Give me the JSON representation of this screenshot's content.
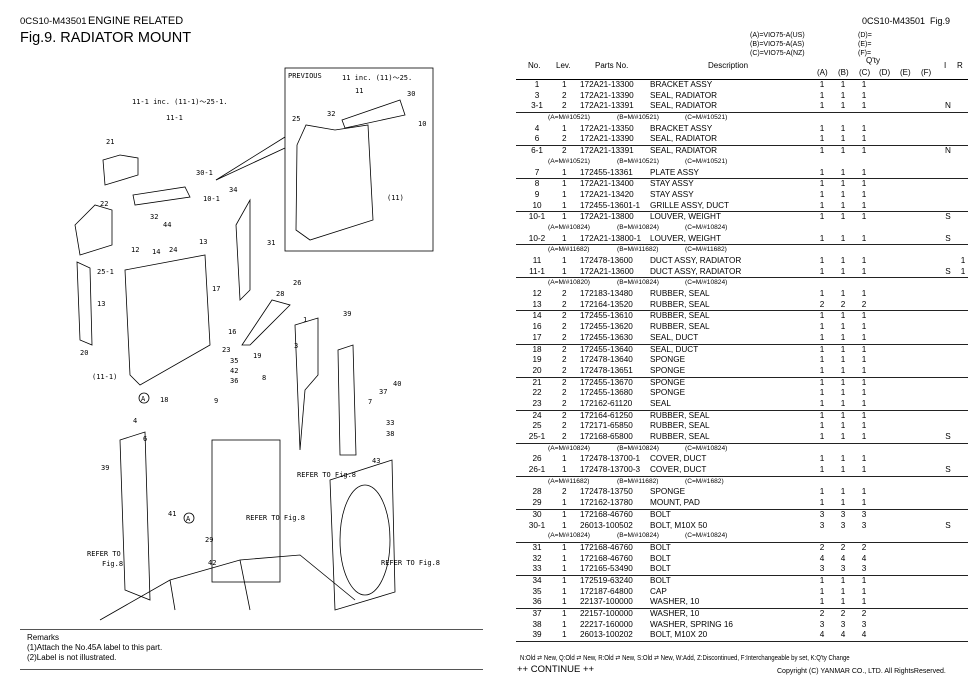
{
  "header": {
    "doc_code": "0CS10-M43501",
    "section": "ENGINE RELATED",
    "figure_title": "Fig.9.  RADIATOR MOUNT",
    "right_code": "0CS10-M43501",
    "right_fig": "Fig.9"
  },
  "models": {
    "A": "(A)=VIO75-A(US)",
    "B": "(B)=VIO75-A(AS)",
    "C": "(C)=VIO75-A(NZ)",
    "D": "(D)=",
    "E": "(E)=",
    "F": "(F)="
  },
  "table_header": {
    "no": "No.",
    "lev": "Lev.",
    "parts_no": "Parts No.",
    "description": "Description",
    "qty": "Q'ty",
    "qa": "(A)",
    "qb": "(B)",
    "qc": "(C)",
    "qd": "(D)",
    "qe": "(E)",
    "qf": "(F)",
    "i": "I",
    "r": "R"
  },
  "groups": [
    [
      {
        "no": "1",
        "lev": "1",
        "part": "172A21-13300",
        "desc": "BRACKET ASSY",
        "a": "1",
        "b": "1",
        "c": "1",
        "i": "",
        "r": ""
      },
      {
        "no": "3",
        "lev": "2",
        "part": "172A21-13390",
        "desc": "SEAL, RADIATOR",
        "a": "1",
        "b": "1",
        "c": "1",
        "i": "",
        "r": ""
      },
      {
        "no": "3-1",
        "lev": "2",
        "part": "172A21-13391",
        "desc": "SEAL, RADIATOR",
        "a": "1",
        "b": "1",
        "c": "1",
        "i": "N",
        "r": ""
      }
    ],
    [
      {
        "note": [
          "(A=M/#10521)",
          "(B=M/#10521)",
          "(C=M/#10521)"
        ]
      },
      {
        "no": "4",
        "lev": "1",
        "part": "172A21-13350",
        "desc": "BRACKET ASSY",
        "a": "1",
        "b": "1",
        "c": "1",
        "i": "",
        "r": ""
      },
      {
        "no": "6",
        "lev": "2",
        "part": "172A21-13390",
        "desc": "SEAL, RADIATOR",
        "a": "1",
        "b": "1",
        "c": "1",
        "i": "",
        "r": ""
      }
    ],
    [
      {
        "no": "6-1",
        "lev": "2",
        "part": "172A21-13391",
        "desc": "SEAL, RADIATOR",
        "a": "1",
        "b": "1",
        "c": "1",
        "i": "N",
        "r": ""
      },
      {
        "note": [
          "(A=M/#10521)",
          "(B=M/#10521)",
          "(C=M/#10521)"
        ]
      },
      {
        "no": "7",
        "lev": "1",
        "part": "172455-13361",
        "desc": "PLATE ASSY",
        "a": "1",
        "b": "1",
        "c": "1",
        "i": "",
        "r": ""
      }
    ],
    [
      {
        "no": "8",
        "lev": "1",
        "part": "172A21-13400",
        "desc": "STAY ASSY",
        "a": "1",
        "b": "1",
        "c": "1",
        "i": "",
        "r": ""
      },
      {
        "no": "9",
        "lev": "1",
        "part": "172A21-13420",
        "desc": "STAY ASSY",
        "a": "1",
        "b": "1",
        "c": "1",
        "i": "",
        "r": ""
      },
      {
        "no": "10",
        "lev": "1",
        "part": "172455-13601-1",
        "desc": "GRILLE ASSY, DUCT",
        "a": "1",
        "b": "1",
        "c": "1",
        "i": "",
        "r": ""
      }
    ],
    [
      {
        "no": "10-1",
        "lev": "1",
        "part": "172A21-13800",
        "desc": "LOUVER, WEIGHT",
        "a": "1",
        "b": "1",
        "c": "1",
        "i": "S",
        "r": ""
      },
      {
        "note": [
          "(A=M/#10824)",
          "(B=M/#10824)",
          "(C=M/#10824)"
        ]
      },
      {
        "no": "10-2",
        "lev": "1",
        "part": "172A21-13800-1",
        "desc": "LOUVER, WEIGHT",
        "a": "1",
        "b": "1",
        "c": "1",
        "i": "S",
        "r": ""
      }
    ],
    [
      {
        "note": [
          "(A=M/#11682)",
          "(B=M/#11682)",
          "(C=M/#11682)"
        ]
      },
      {
        "no": "11",
        "lev": "1",
        "part": "172478-13600",
        "desc": "DUCT ASSY, RADIATOR",
        "a": "1",
        "b": "1",
        "c": "1",
        "i": "",
        "r": "1"
      },
      {
        "no": "11-1",
        "lev": "1",
        "part": "172A21-13600",
        "desc": "DUCT ASSY, RADIATOR",
        "a": "1",
        "b": "1",
        "c": "1",
        "i": "S",
        "r": "1"
      }
    ],
    [
      {
        "note": [
          "(A=M/#10820)",
          "(B=M/#10824)",
          "(C=M/#10824)"
        ]
      },
      {
        "no": "12",
        "lev": "2",
        "part": "172183-13480",
        "desc": "RUBBER, SEAL",
        "a": "1",
        "b": "1",
        "c": "1",
        "i": "",
        "r": ""
      },
      {
        "no": "13",
        "lev": "2",
        "part": "172164-13520",
        "desc": "RUBBER, SEAL",
        "a": "2",
        "b": "2",
        "c": "2",
        "i": "",
        "r": ""
      }
    ],
    [
      {
        "no": "14",
        "lev": "2",
        "part": "172455-13610",
        "desc": "RUBBER, SEAL",
        "a": "1",
        "b": "1",
        "c": "1",
        "i": "",
        "r": ""
      },
      {
        "no": "16",
        "lev": "2",
        "part": "172455-13620",
        "desc": "RUBBER, SEAL",
        "a": "1",
        "b": "1",
        "c": "1",
        "i": "",
        "r": ""
      },
      {
        "no": "17",
        "lev": "2",
        "part": "172455-13630",
        "desc": "SEAL, DUCT",
        "a": "1",
        "b": "1",
        "c": "1",
        "i": "",
        "r": ""
      }
    ],
    [
      {
        "no": "18",
        "lev": "2",
        "part": "172455-13640",
        "desc": "SEAL, DUCT",
        "a": "1",
        "b": "1",
        "c": "1",
        "i": "",
        "r": ""
      },
      {
        "no": "19",
        "lev": "2",
        "part": "172478-13640",
        "desc": "SPONGE",
        "a": "1",
        "b": "1",
        "c": "1",
        "i": "",
        "r": ""
      },
      {
        "no": "20",
        "lev": "2",
        "part": "172478-13651",
        "desc": "SPONGE",
        "a": "1",
        "b": "1",
        "c": "1",
        "i": "",
        "r": ""
      }
    ],
    [
      {
        "no": "21",
        "lev": "2",
        "part": "172455-13670",
        "desc": "SPONGE",
        "a": "1",
        "b": "1",
        "c": "1",
        "i": "",
        "r": ""
      },
      {
        "no": "22",
        "lev": "2",
        "part": "172455-13680",
        "desc": "SPONGE",
        "a": "1",
        "b": "1",
        "c": "1",
        "i": "",
        "r": ""
      },
      {
        "no": "23",
        "lev": "2",
        "part": "172162-61120",
        "desc": "SEAL",
        "a": "1",
        "b": "1",
        "c": "1",
        "i": "",
        "r": ""
      }
    ],
    [
      {
        "no": "24",
        "lev": "2",
        "part": "172164-61250",
        "desc": "RUBBER, SEAL",
        "a": "1",
        "b": "1",
        "c": "1",
        "i": "",
        "r": ""
      },
      {
        "no": "25",
        "lev": "2",
        "part": "172171-65850",
        "desc": "RUBBER, SEAL",
        "a": "1",
        "b": "1",
        "c": "1",
        "i": "",
        "r": ""
      },
      {
        "no": "25-1",
        "lev": "2",
        "part": "172168-65800",
        "desc": "RUBBER, SEAL",
        "a": "1",
        "b": "1",
        "c": "1",
        "i": "S",
        "r": ""
      }
    ],
    [
      {
        "note": [
          "(A=M/#10824)",
          "(B=M/#10824)",
          "(C=M/#10824)"
        ]
      },
      {
        "no": "26",
        "lev": "1",
        "part": "172478-13700-1",
        "desc": "COVER, DUCT",
        "a": "1",
        "b": "1",
        "c": "1",
        "i": "",
        "r": ""
      },
      {
        "no": "26-1",
        "lev": "1",
        "part": "172478-13700-3",
        "desc": "COVER, DUCT",
        "a": "1",
        "b": "1",
        "c": "1",
        "i": "S",
        "r": ""
      }
    ],
    [
      {
        "note": [
          "(A=M/#11682)",
          "(B=M/#11682)",
          "(C=M/#1682)"
        ]
      },
      {
        "no": "28",
        "lev": "2",
        "part": "172478-13750",
        "desc": "SPONGE",
        "a": "1",
        "b": "1",
        "c": "1",
        "i": "",
        "r": ""
      },
      {
        "no": "29",
        "lev": "1",
        "part": "172162-13780",
        "desc": "MOUNT, PAD",
        "a": "1",
        "b": "1",
        "c": "1",
        "i": "",
        "r": ""
      }
    ],
    [
      {
        "no": "30",
        "lev": "1",
        "part": "172168-46760",
        "desc": "BOLT",
        "a": "3",
        "b": "3",
        "c": "3",
        "i": "",
        "r": ""
      },
      {
        "no": "30-1",
        "lev": "1",
        "part": "26013-100502",
        "desc": "BOLT, M10X 50",
        "a": "3",
        "b": "3",
        "c": "3",
        "i": "S",
        "r": ""
      },
      {
        "note": [
          "(A=M/#10824)",
          "(B=M/#10824)",
          "(C=M/#10824)"
        ]
      }
    ],
    [
      {
        "no": "31",
        "lev": "1",
        "part": "172168-46760",
        "desc": "BOLT",
        "a": "2",
        "b": "2",
        "c": "2",
        "i": "",
        "r": ""
      },
      {
        "no": "32",
        "lev": "1",
        "part": "172168-46760",
        "desc": "BOLT",
        "a": "4",
        "b": "4",
        "c": "4",
        "i": "",
        "r": ""
      },
      {
        "no": "33",
        "lev": "1",
        "part": "172165-53490",
        "desc": "BOLT",
        "a": "3",
        "b": "3",
        "c": "3",
        "i": "",
        "r": ""
      }
    ],
    [
      {
        "no": "34",
        "lev": "1",
        "part": "172519-63240",
        "desc": "BOLT",
        "a": "1",
        "b": "1",
        "c": "1",
        "i": "",
        "r": ""
      },
      {
        "no": "35",
        "lev": "1",
        "part": "172187-64800",
        "desc": "CAP",
        "a": "1",
        "b": "1",
        "c": "1",
        "i": "",
        "r": ""
      },
      {
        "no": "36",
        "lev": "1",
        "part": "22137-100000",
        "desc": "WASHER, 10",
        "a": "1",
        "b": "1",
        "c": "1",
        "i": "",
        "r": ""
      }
    ],
    [
      {
        "no": "37",
        "lev": "1",
        "part": "22157-100000",
        "desc": "WASHER, 10",
        "a": "2",
        "b": "2",
        "c": "2",
        "i": "",
        "r": ""
      },
      {
        "no": "38",
        "lev": "1",
        "part": "22217-160000",
        "desc": "WASHER, SPRING 16",
        "a": "3",
        "b": "3",
        "c": "3",
        "i": "",
        "r": ""
      },
      {
        "no": "39",
        "lev": "1",
        "part": "26013-100202",
        "desc": "BOLT, M10X 20",
        "a": "4",
        "b": "4",
        "c": "4",
        "i": "",
        "r": ""
      }
    ]
  ],
  "remarks": {
    "title": "Remarks",
    "lines": [
      "(1)Attach the No.45A label to this part.",
      "(2)Label is not illustrated."
    ]
  },
  "footer": {
    "legend": "N:Old ⇄ New, Q:Old ⇄ New, R:Old ⇄ New, S:Old ⇄ New, W:Add, Z:Discontinued, F:Interchangeable by set, K:Q'ty Change",
    "continue": "++ CONTINUE ++",
    "copyright": "Copyright (C)  YANMAR CO., LTD. All RightsReserved."
  },
  "diagram": {
    "callouts": [
      "PREVIOUS",
      "11 inc. (11)〜25.",
      "11",
      "30",
      "32",
      "25",
      "10",
      "(11)",
      "11-1 inc. (11-1)〜25-1.",
      "11-1",
      "21",
      "30-1",
      "10-1",
      "22",
      "34",
      "32",
      "44",
      "13",
      "31",
      "12",
      "14",
      "24",
      "25-1",
      "17",
      "26",
      "28",
      "13",
      "16",
      "1",
      "39",
      "3",
      "23",
      "19",
      "35",
      "42",
      "36",
      "20",
      "(11-1)",
      "A",
      "18",
      "8",
      "37",
      "40",
      "7",
      "9",
      "33",
      "38",
      "4",
      "6",
      "43",
      "39",
      "REFER TO Fig.8",
      "REFER TO Fig.8",
      "41",
      "A",
      "29",
      "REFER TO",
      "Fig.8",
      "42",
      "REFER TO Fig.8"
    ]
  }
}
